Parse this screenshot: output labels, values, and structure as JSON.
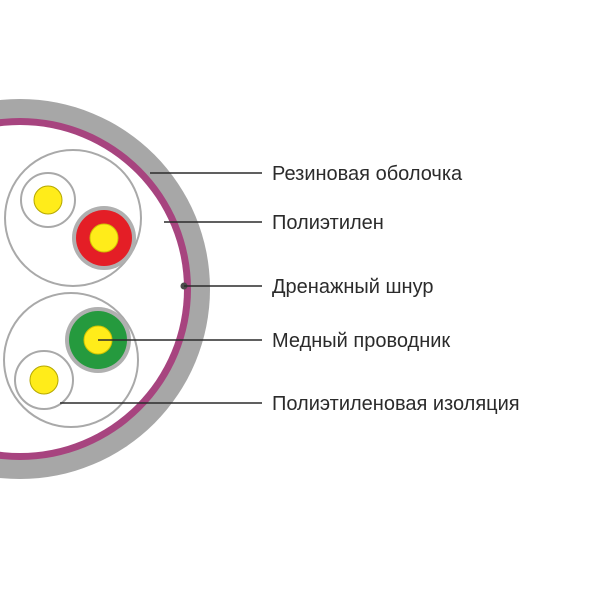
{
  "labels": {
    "sheath": "Резиновая оболочка",
    "polyethylene": "Полиэтилен",
    "drain_wire": "Дренажный шнур",
    "copper_conductor": "Медный проводник",
    "insulation": "Полиэтиленовая изоляция"
  },
  "colors": {
    "outer_sheath": "#a7a7a7",
    "inner_band": "#a7447f",
    "filler": "#ffffff",
    "pair_outline": "#a9a9a9",
    "conductor_yellow": "#ffec1a",
    "insulation_red": "#e41e26",
    "insulation_green": "#259a3e",
    "insulation_white": "#ffffff",
    "leader_line": "#2b2b2b"
  }
}
